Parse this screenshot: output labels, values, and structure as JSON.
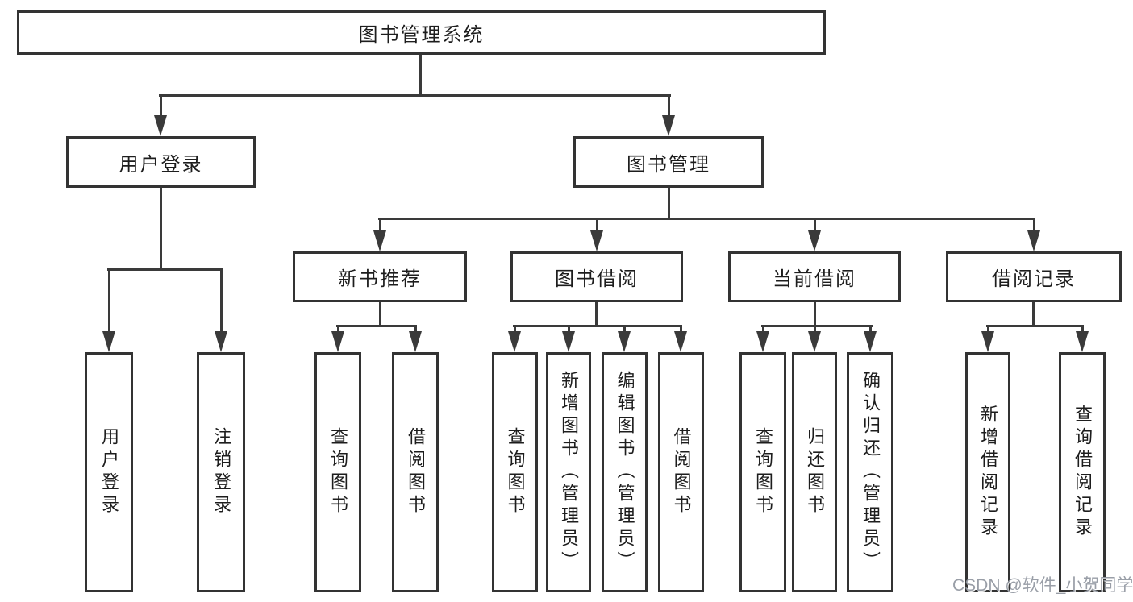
{
  "colors": {
    "line": "#3a3a3a",
    "box_border": "#333333",
    "text": "#1d1d1d",
    "watermark": "#9499a2",
    "background": "#ffffff"
  },
  "tree": {
    "root": {
      "label": "图书管理系统"
    },
    "branches": {
      "user_login": {
        "label": "用户登录",
        "children": {
          "login": {
            "label": "用户登录"
          },
          "logout": {
            "label": "注销登录"
          }
        }
      },
      "book_management": {
        "label": "图书管理",
        "sections": {
          "new_books": {
            "label": "新书推荐",
            "children": {
              "query_books": {
                "label": "查询图书"
              },
              "borrow_books": {
                "label": "借阅图书"
              }
            }
          },
          "book_borrowing": {
            "label": "图书借阅",
            "children": {
              "query_books": {
                "label": "查询图书"
              },
              "add_books": {
                "label": "新增图书（管理员）"
              },
              "edit_books": {
                "label": "编辑图书（管理员）"
              },
              "borrow_books": {
                "label": "借阅图书"
              }
            }
          },
          "current_borrowing": {
            "label": "当前借阅",
            "children": {
              "query_books": {
                "label": "查询图书"
              },
              "return_books": {
                "label": "归还图书"
              },
              "confirm_return": {
                "label": "确认归还（管理员）"
              }
            }
          },
          "borrowing_records": {
            "label": "借阅记录",
            "children": {
              "add_record": {
                "label": "新增借阅记录"
              },
              "query_record": {
                "label": "查询借阅记录"
              }
            }
          }
        }
      }
    }
  },
  "watermark": {
    "text": "CSDN @软件_小贺同学"
  }
}
